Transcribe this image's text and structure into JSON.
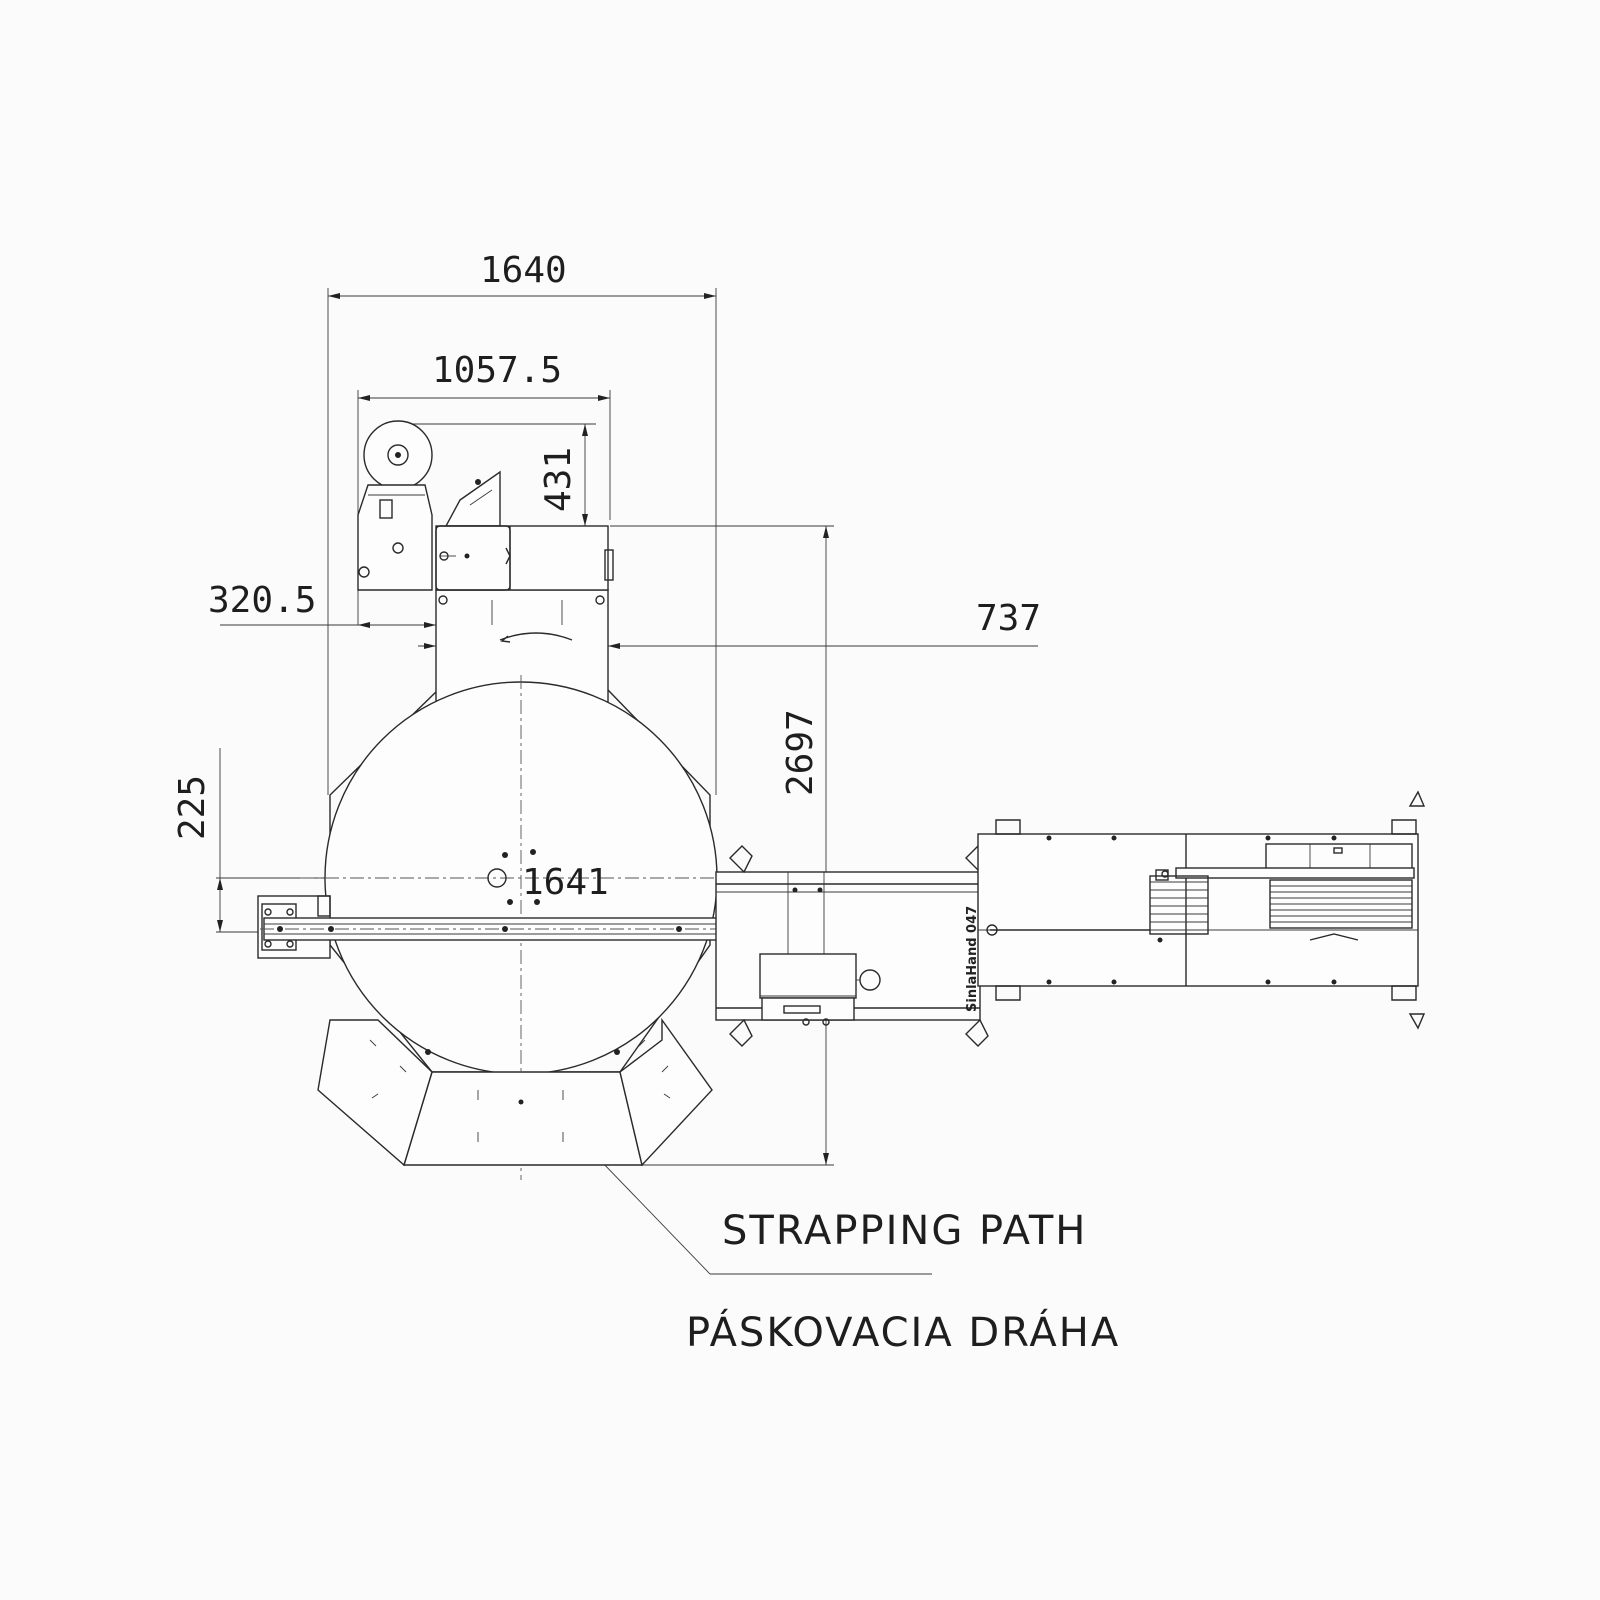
{
  "dimensions": {
    "overall_width": "1640",
    "head_width": "1057.5",
    "head_depth": "431",
    "left_offset": "320.5",
    "right_offset": "737",
    "overall_length": "2697",
    "side_offset": "225",
    "table_diameter": "1641"
  },
  "labels": {
    "strapping_path_en": "STRAPPING PATH",
    "strapping_path_sk": "PÁSKOVACIA DRÁHA",
    "conveyor_brand": "SinlaHand 047"
  }
}
